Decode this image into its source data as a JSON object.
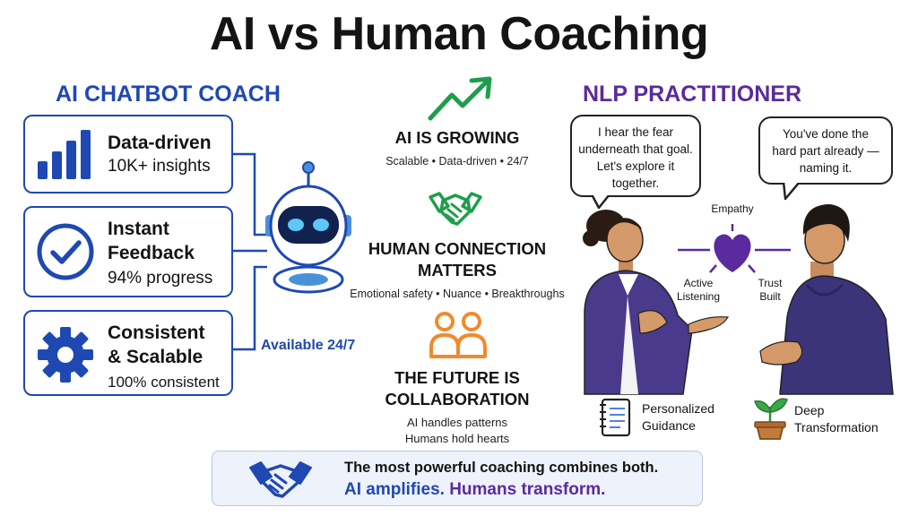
{
  "title": "AI vs Human Coaching",
  "ai_section": {
    "heading": "AI CHATBOT COACH",
    "cards": [
      {
        "title": "Data-driven",
        "detail": "10K+ insights",
        "icon": "bar-chart-icon"
      },
      {
        "title_line1": "Instant",
        "title_line2": "Feedback",
        "detail": "94% progress",
        "icon": "check-circle-icon"
      },
      {
        "title_line1": "Consistent",
        "title_line2": "& Scalable",
        "detail": "100% consistent",
        "icon": "gear-icon"
      }
    ],
    "robot_caption": "Available 24/7"
  },
  "middle": [
    {
      "heading": "AI IS GROWING",
      "sub": "Scalable • Data-driven • 24/7",
      "icon": "trend-up-icon"
    },
    {
      "heading_line1": "HUMAN CONNECTION",
      "heading_line2": "MATTERS",
      "sub": "Emotional safety • Nuance • Breakthroughs",
      "icon": "handshake-icon"
    },
    {
      "heading_line1": "THE FUTURE IS",
      "heading_line2": "COLLABORATION",
      "sub_line1": "AI handles patterns",
      "sub_line2": "Humans hold hearts",
      "icon": "people-icon"
    }
  ],
  "nlp_section": {
    "heading": "NLP PRACTITIONER",
    "bubble_left": [
      "I hear the fear",
      "underneath that goal.",
      "Let's explore it",
      "together."
    ],
    "bubble_right": [
      "You've done the",
      "hard part already —",
      "naming it."
    ],
    "heart_labels": {
      "top": "Empathy",
      "left_line1": "Active",
      "left_line2": "Listening",
      "right_line1": "Trust",
      "right_line2": "Built"
    },
    "features": [
      {
        "line1": "Personalized",
        "line2": "Guidance",
        "icon": "notebook-icon"
      },
      {
        "line1": "Deep",
        "line2": "Transformation",
        "icon": "plant-icon"
      }
    ]
  },
  "banner": {
    "line1": "The most powerful coaching combines both.",
    "line2a": "AI amplifies.",
    "line2b": "Humans transform.",
    "icon": "handshake-icon"
  },
  "colors": {
    "ai_blue": "#1f48b3",
    "nlp_purple": "#5b2a9e",
    "growth_green": "#1e9e4a",
    "collab_orange": "#f08a2c"
  }
}
